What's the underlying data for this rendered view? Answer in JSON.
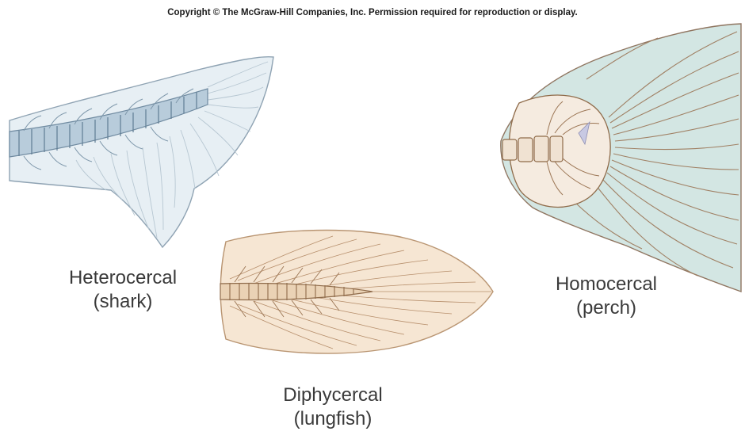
{
  "copyright": "Copyright © The McGraw-Hill Companies, Inc. Permission required for reproduction or display.",
  "tails": [
    {
      "name": "Heterocercal",
      "example": "(shark)",
      "color": "#e6eef3"
    },
    {
      "name": "Diphycercal",
      "example": "(lungfish)",
      "color": "#f6e6d3"
    },
    {
      "name": "Homocercal",
      "example": "(perch)",
      "color": "#cfe2e0"
    }
  ]
}
